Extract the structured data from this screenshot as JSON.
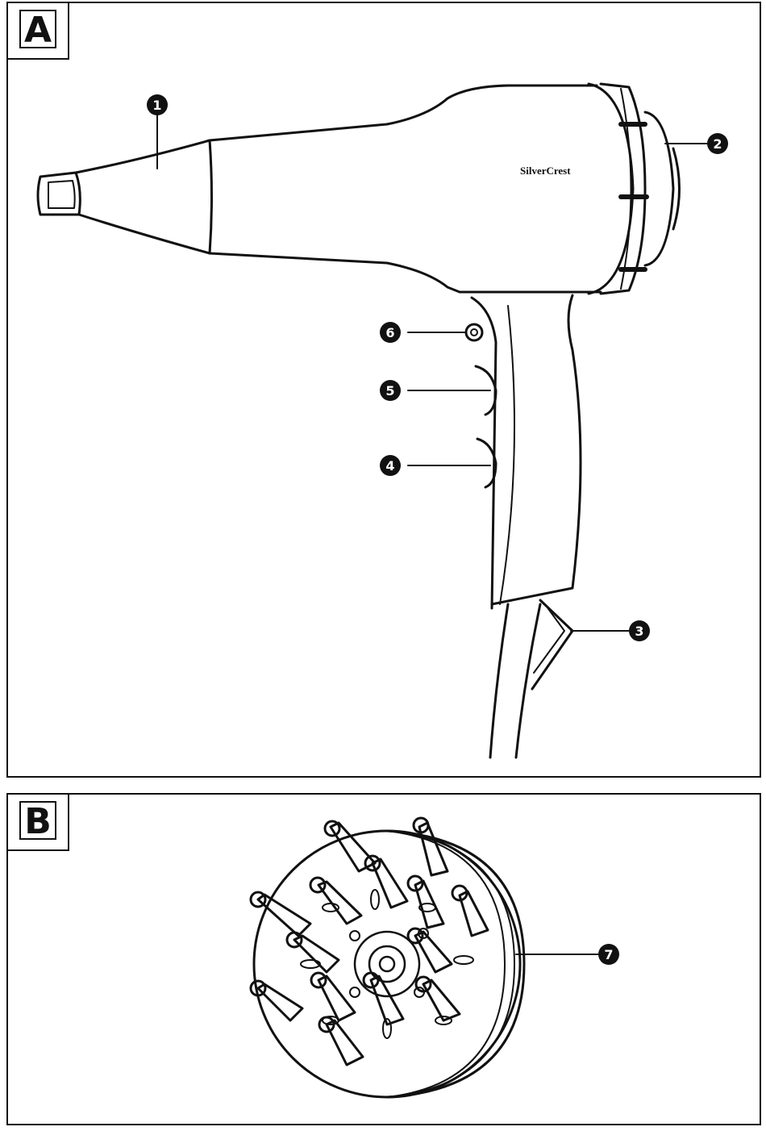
{
  "panel_a": {
    "tag": "A",
    "brand": "SilverCrest",
    "callouts": [
      "1",
      "2",
      "3",
      "4",
      "5",
      "6"
    ]
  },
  "panel_b": {
    "tag": "B",
    "callouts": [
      "7"
    ]
  }
}
